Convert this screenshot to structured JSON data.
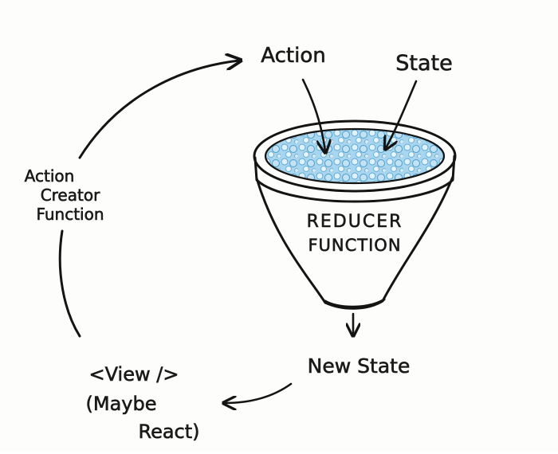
{
  "labels": {
    "action": "Action",
    "state": "State",
    "action_creator_line1": "Action",
    "action_creator_line2": "Creator",
    "action_creator_line3": "Function",
    "reducer_line1": "REDUCER",
    "reducer_line2": "FUNCTION",
    "new_state": "New State",
    "view_line1": "<View />",
    "view_line2": "(Maybe",
    "view_line3": "React)"
  },
  "colors": {
    "ink": "#141414",
    "water_light": "#cfe8f5",
    "water_mid": "#7fc1e3",
    "water_dark": "#3d8fc4",
    "funnel_fill": "#ffffff"
  }
}
